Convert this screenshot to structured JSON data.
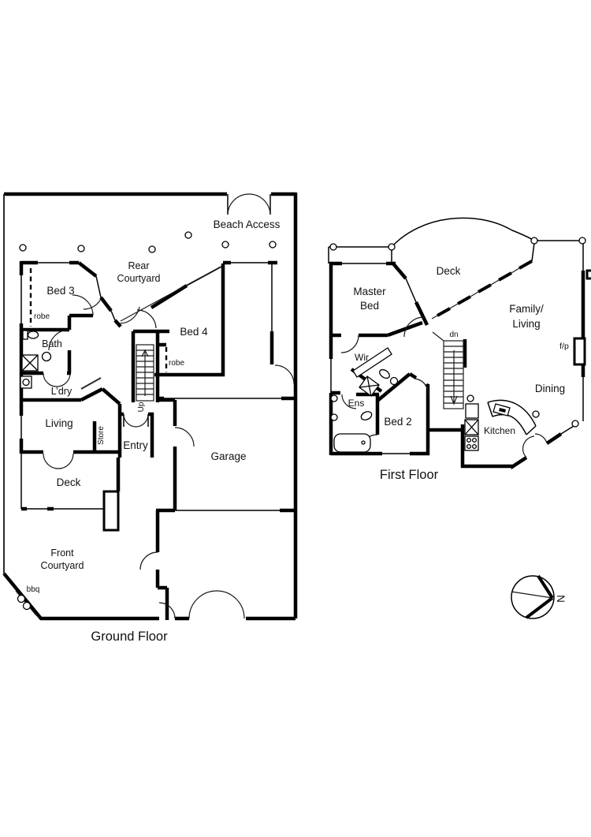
{
  "ground_floor": {
    "caption": "Ground Floor",
    "labels": {
      "beach_access": "Beach Access",
      "rear_courtyard_line1": "Rear",
      "rear_courtyard_line2": "Courtyard",
      "bed3": "Bed 3",
      "robe_bed3": "robe",
      "bath": "Bath",
      "ldry": "L’dry",
      "living": "Living",
      "store": "Store",
      "entry": "Entry",
      "up": "Up",
      "bed4": "Bed 4",
      "robe_bed4": "robe",
      "garage": "Garage",
      "deck": "Deck",
      "front_courtyard_line1": "Front",
      "front_courtyard_line2": "Courtyard",
      "bbq": "bbq"
    }
  },
  "first_floor": {
    "caption": "First Floor",
    "labels": {
      "deck": "Deck",
      "master_bed_line1": "Master",
      "master_bed_line2": "Bed",
      "wir": "Wir",
      "ens": "Ens",
      "bed2": "Bed 2",
      "dn": "dn",
      "family_living_line1": "Family/",
      "family_living_line2": "Living",
      "fp": "f/p",
      "dining": "Dining",
      "kitchen": "Kitchen"
    }
  },
  "compass": {
    "north_label": "N"
  },
  "colors": {
    "wall": "#000000",
    "text": "#111111",
    "background": "#ffffff"
  }
}
